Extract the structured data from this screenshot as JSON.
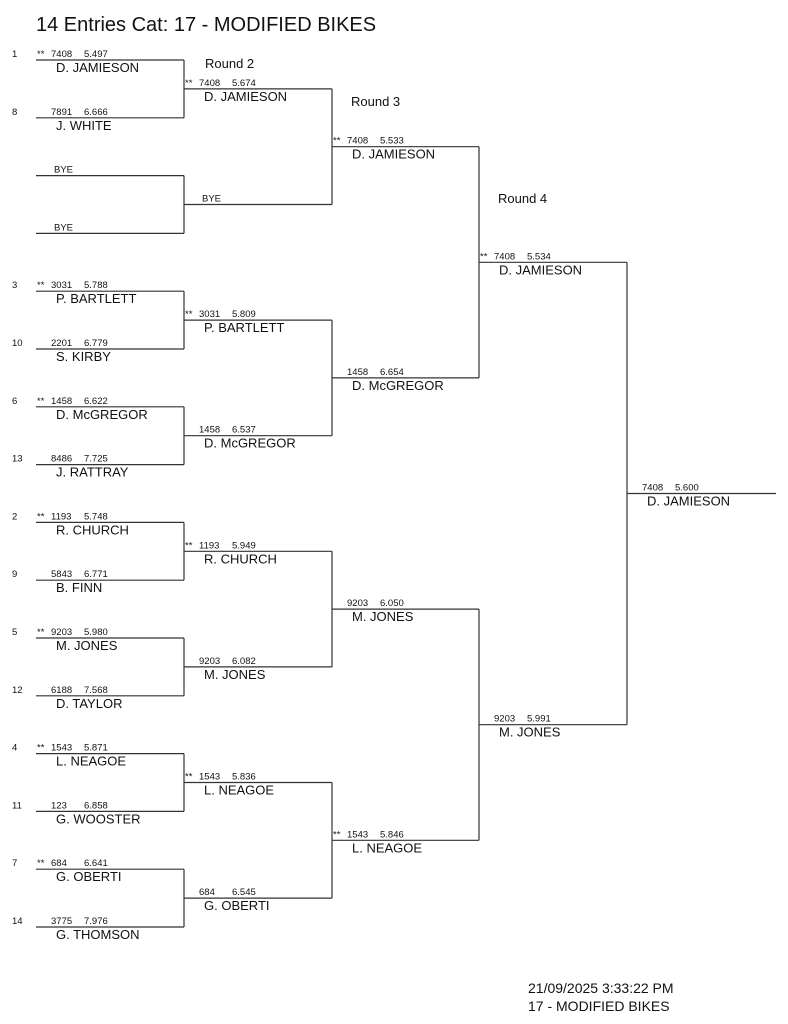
{
  "title": "14 Entries Cat: 17 - MODIFIED BIKES",
  "round_labels": [
    "Round 2",
    "Round 3",
    "Round 4"
  ],
  "round1": [
    {
      "seed": "1",
      "marker": "**",
      "car": "7408",
      "time": "5.497",
      "name": "D. JAMIESON"
    },
    {
      "seed": "8",
      "marker": "",
      "car": "7891",
      "time": "6.666",
      "name": "J. WHITE"
    },
    {
      "seed": "",
      "marker": "",
      "car": "",
      "time": "",
      "name": "",
      "bye": "BYE"
    },
    {
      "seed": "",
      "marker": "",
      "car": "",
      "time": "",
      "name": "",
      "bye": "BYE"
    },
    {
      "seed": "3",
      "marker": "**",
      "car": "3031",
      "time": "5.788",
      "name": "P. BARTLETT"
    },
    {
      "seed": "10",
      "marker": "",
      "car": "2201",
      "time": "6.779",
      "name": "S. KIRBY"
    },
    {
      "seed": "6",
      "marker": "**",
      "car": "1458",
      "time": "6.622",
      "name": "D. McGREGOR"
    },
    {
      "seed": "13",
      "marker": "",
      "car": "8486",
      "time": "7.725",
      "name": "J. RATTRAY"
    },
    {
      "seed": "2",
      "marker": "**",
      "car": "1193",
      "time": "5.748",
      "name": "R. CHURCH"
    },
    {
      "seed": "9",
      "marker": "",
      "car": "5843",
      "time": "6.771",
      "name": "B. FINN"
    },
    {
      "seed": "5",
      "marker": "**",
      "car": "9203",
      "time": "5.980",
      "name": "M. JONES"
    },
    {
      "seed": "12",
      "marker": "",
      "car": "6188",
      "time": "7.568",
      "name": "D. TAYLOR"
    },
    {
      "seed": "4",
      "marker": "**",
      "car": "1543",
      "time": "5.871",
      "name": "L. NEAGOE"
    },
    {
      "seed": "11",
      "marker": "",
      "car": "123",
      "time": "6.858",
      "name": "G. WOOSTER"
    },
    {
      "seed": "7",
      "marker": "**",
      "car": "684",
      "time": "6.641",
      "name": "G. OBERTI"
    },
    {
      "seed": "14",
      "marker": "",
      "car": "3775",
      "time": "7.976",
      "name": "G. THOMSON"
    }
  ],
  "round2": [
    {
      "marker": "**",
      "car": "7408",
      "time": "5.674",
      "name": "D. JAMIESON"
    },
    {
      "marker": "",
      "car": "",
      "time": "",
      "name": "",
      "bye": "BYE"
    },
    {
      "marker": "**",
      "car": "3031",
      "time": "5.809",
      "name": "P. BARTLETT"
    },
    {
      "marker": "",
      "car": "1458",
      "time": "6.537",
      "name": "D. McGREGOR"
    },
    {
      "marker": "**",
      "car": "1193",
      "time": "5.949",
      "name": "R. CHURCH"
    },
    {
      "marker": "",
      "car": "9203",
      "time": "6.082",
      "name": "M. JONES"
    },
    {
      "marker": "**",
      "car": "1543",
      "time": "5.836",
      "name": "L. NEAGOE"
    },
    {
      "marker": "",
      "car": "684",
      "time": "6.545",
      "name": "G. OBERTI"
    }
  ],
  "round3": [
    {
      "marker": "**",
      "car": "7408",
      "time": "5.533",
      "name": "D. JAMIESON"
    },
    {
      "marker": "",
      "car": "1458",
      "time": "6.654",
      "name": "D. McGREGOR"
    },
    {
      "marker": "",
      "car": "9203",
      "time": "6.050",
      "name": "M. JONES"
    },
    {
      "marker": "**",
      "car": "1543",
      "time": "5.846",
      "name": "L. NEAGOE"
    }
  ],
  "round4": [
    {
      "marker": "**",
      "car": "7408",
      "time": "5.534",
      "name": "D. JAMIESON"
    },
    {
      "marker": "",
      "car": "9203",
      "time": "5.991",
      "name": "M. JONES"
    }
  ],
  "final": {
    "marker": "",
    "car": "7408",
    "time": "5.600",
    "name": "D. JAMIESON"
  },
  "footer": {
    "datetime": "21/09/2025 3:33:22 PM",
    "category": "17 - MODIFIED BIKES"
  }
}
